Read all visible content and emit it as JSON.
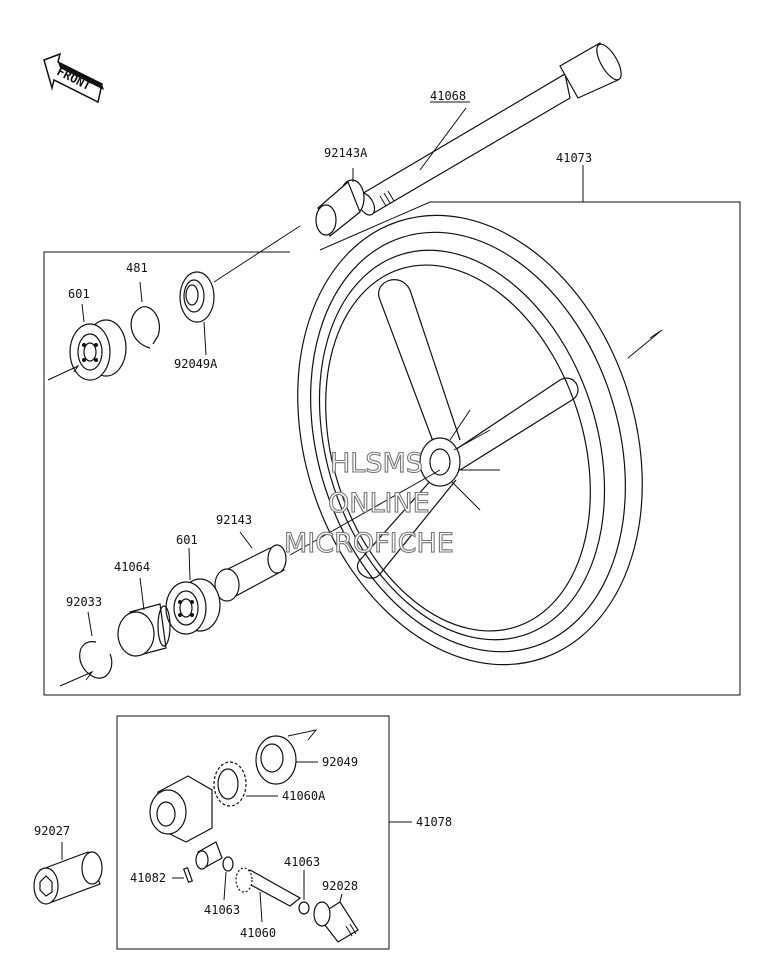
{
  "front_arrow": {
    "label": "FRONT"
  },
  "watermark": {
    "line1": "HLSMS",
    "line2": "ONLINE",
    "line3": "MICROFICHE"
  },
  "parts": {
    "axle": "41068",
    "wheel": "41073",
    "collar_a": "92143A",
    "circlip": "481",
    "bearing_left": "601",
    "oil_seal_a": "92049A",
    "collar": "92143",
    "bearing_right": "601",
    "coupling": "41064",
    "snap_ring": "92033",
    "oil_seal": "92049",
    "gear": "41060A",
    "meter_gear_assy": "41078",
    "collar_outer": "92027",
    "pin": "41082",
    "washer_a": "41063",
    "washer_b": "41063",
    "pinion": "41060",
    "bushing": "92028"
  }
}
